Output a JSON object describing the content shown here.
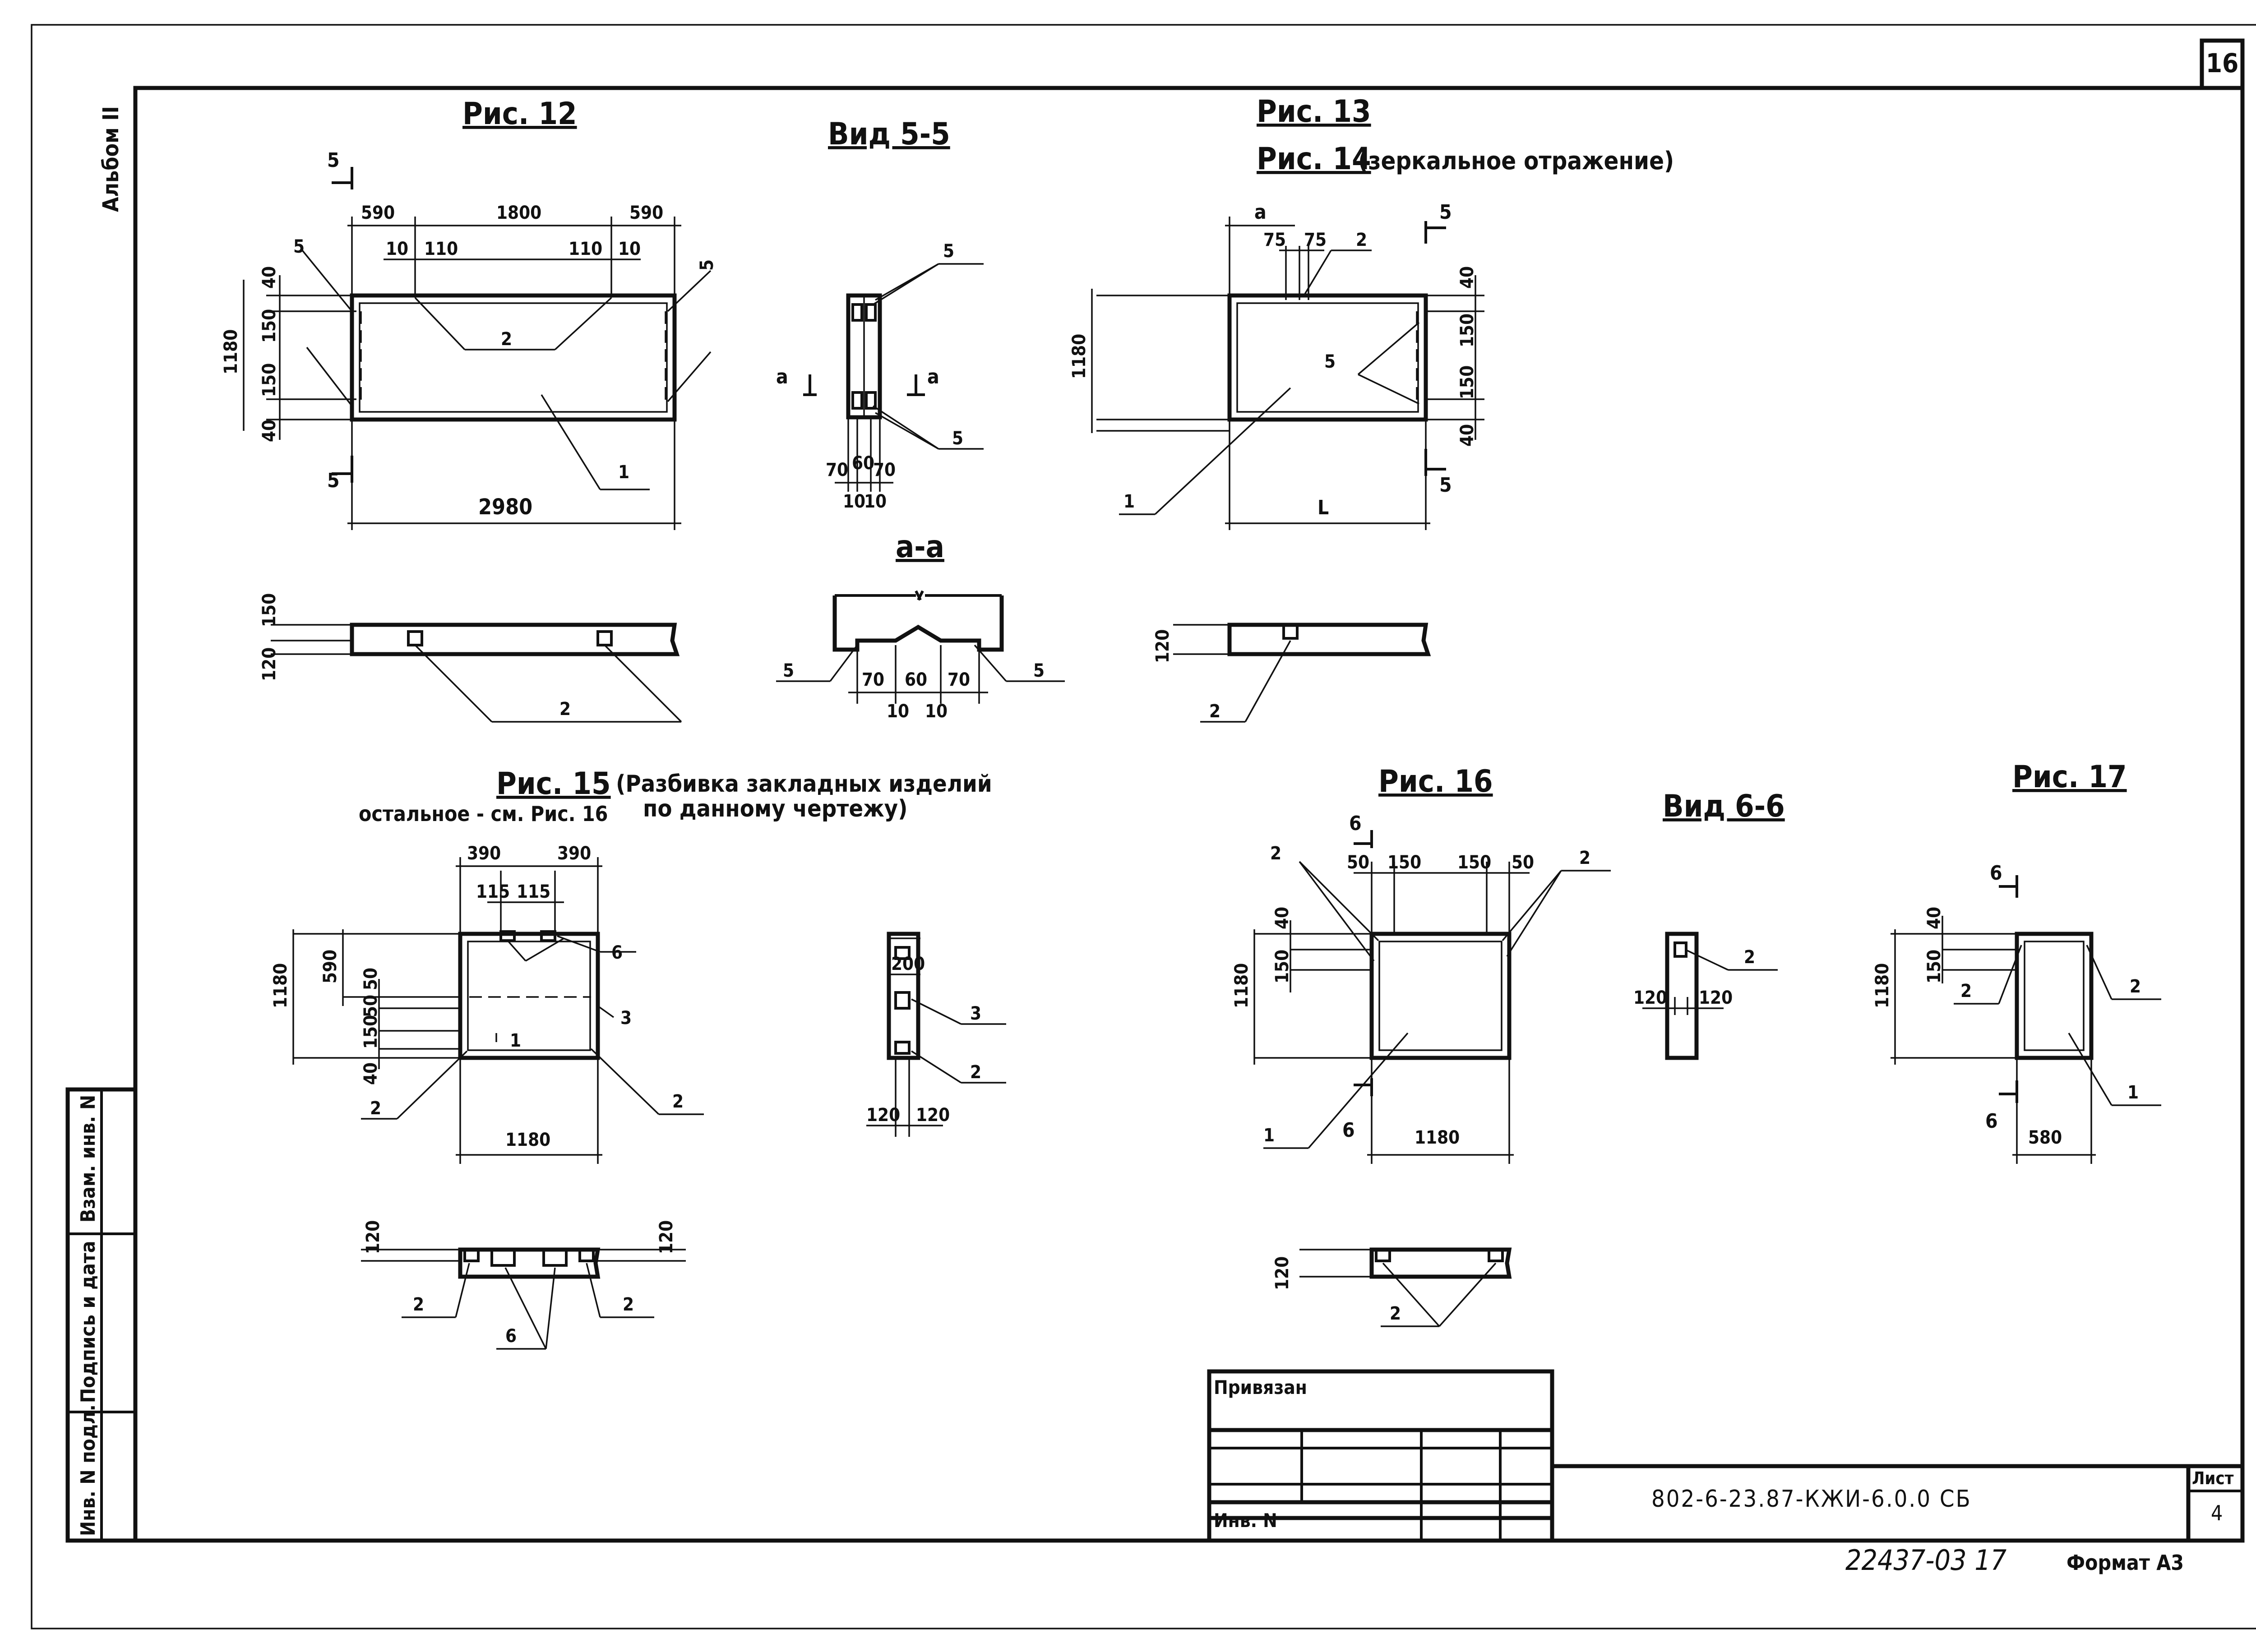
{
  "sheet_number": "16",
  "album": "Альбом II",
  "side_stamp": {
    "inv_podl": "Инв. N подл.",
    "podpis_data": "Подпись и дата",
    "vzam_inv": "Взам. инв. N"
  },
  "fig12": {
    "title": "Рис. 12",
    "dims": {
      "d590a": "590",
      "d1800": "1800",
      "d590b": "590",
      "d10a": "10",
      "d110a": "110",
      "d110b": "110",
      "d10b": "10",
      "d40a": "40",
      "d150a": "150",
      "d150b": "150",
      "d40b": "40",
      "d1180": "1180",
      "d2980": "2980",
      "d150s": "150",
      "d120s": "120"
    },
    "callouts": {
      "c5a": "5",
      "c5b": "5",
      "c2": "2",
      "c1": "1",
      "c2s": "2"
    },
    "section_marks": [
      "5",
      "5"
    ]
  },
  "view55": {
    "title": "Вид 5-5",
    "dims": {
      "d70a": "70",
      "d60": "60",
      "d70b": "70",
      "d10a": "10",
      "d10b": "10"
    },
    "callouts": {
      "c5a": "5",
      "c5b": "5"
    },
    "marks": [
      "а",
      "а"
    ]
  },
  "section_aa": {
    "title": "а-а",
    "dims": {
      "d70a": "70",
      "d60": "60",
      "d70b": "70",
      "d10a": "10",
      "d10b": "10"
    },
    "callouts": {
      "c5a": "5",
      "c5b": "5"
    }
  },
  "fig13": {
    "title": "Рис. 13",
    "subtitle": "Рис. 14",
    "subtitle_note": "(зеркальное отражение)",
    "dims": {
      "da": "а",
      "d75a": "75",
      "d75b": "75",
      "d40a": "40",
      "d150a": "150",
      "d150b": "150",
      "d40b": "40",
      "d1180": "1180",
      "dL": "L",
      "d120s": "120"
    },
    "callouts": {
      "c2": "2",
      "c5": "5",
      "c1": "1",
      "c2s": "2"
    },
    "section_marks": [
      "5",
      "5"
    ]
  },
  "fig15": {
    "title": "Рис. 15",
    "note": "(Разбивка закладных изделий",
    "note2": "по данному чертежу)",
    "note3": "остальное - см. Рис. 16",
    "dims": {
      "d390a": "390",
      "d390b": "390",
      "d115a": "115",
      "d115b": "115",
      "d590": "590",
      "d50a": "50",
      "d50b": "50",
      "d150": "150",
      "d40": "40",
      "d1180v": "1180",
      "d1180h": "1180",
      "d120l": "120",
      "d120r": "120"
    },
    "callouts": {
      "c6": "6",
      "c3": "3",
      "c1": "1",
      "c2a": "2",
      "c2b": "2",
      "c2l": "2",
      "c6s": "6",
      "c2r": "2"
    }
  },
  "fig15_side": {
    "dims": {
      "d200": "200",
      "d120a": "120",
      "d120b": "120"
    },
    "callouts": {
      "c3": "3",
      "c2": "2"
    }
  },
  "fig16": {
    "title": "Рис. 16",
    "dims": {
      "d50a": "50",
      "d150a": "150",
      "d150b": "150",
      "d50b": "50",
      "d40": "40",
      "d150v": "150",
      "d1180v": "1180",
      "d1180h": "1180",
      "d120s": "120"
    },
    "callouts": {
      "c2a": "2",
      "c2b": "2",
      "c1": "1",
      "c2s": "2"
    },
    "section_marks": [
      "6",
      "6"
    ]
  },
  "view66": {
    "title": "Вид 6-6",
    "dims": {
      "d120a": "120",
      "d120b": "120"
    },
    "callouts": {
      "c2": "2"
    }
  },
  "fig17": {
    "title": "Рис. 17",
    "dims": {
      "d40": "40",
      "d150": "150",
      "d1180": "1180",
      "d580": "580"
    },
    "callouts": {
      "c2a": "2",
      "c2b": "2",
      "c1": "1"
    },
    "section_marks": [
      "6",
      "6"
    ]
  },
  "title_block": {
    "privyazan": "Привязан",
    "inv_n": "Инв. N",
    "code": "802-6-23.87-КЖИ-6.0.0 СБ",
    "list_label": "Лист",
    "list_num": "4"
  },
  "footer": {
    "archive": "22437-03 17",
    "format": "Формат А3"
  }
}
